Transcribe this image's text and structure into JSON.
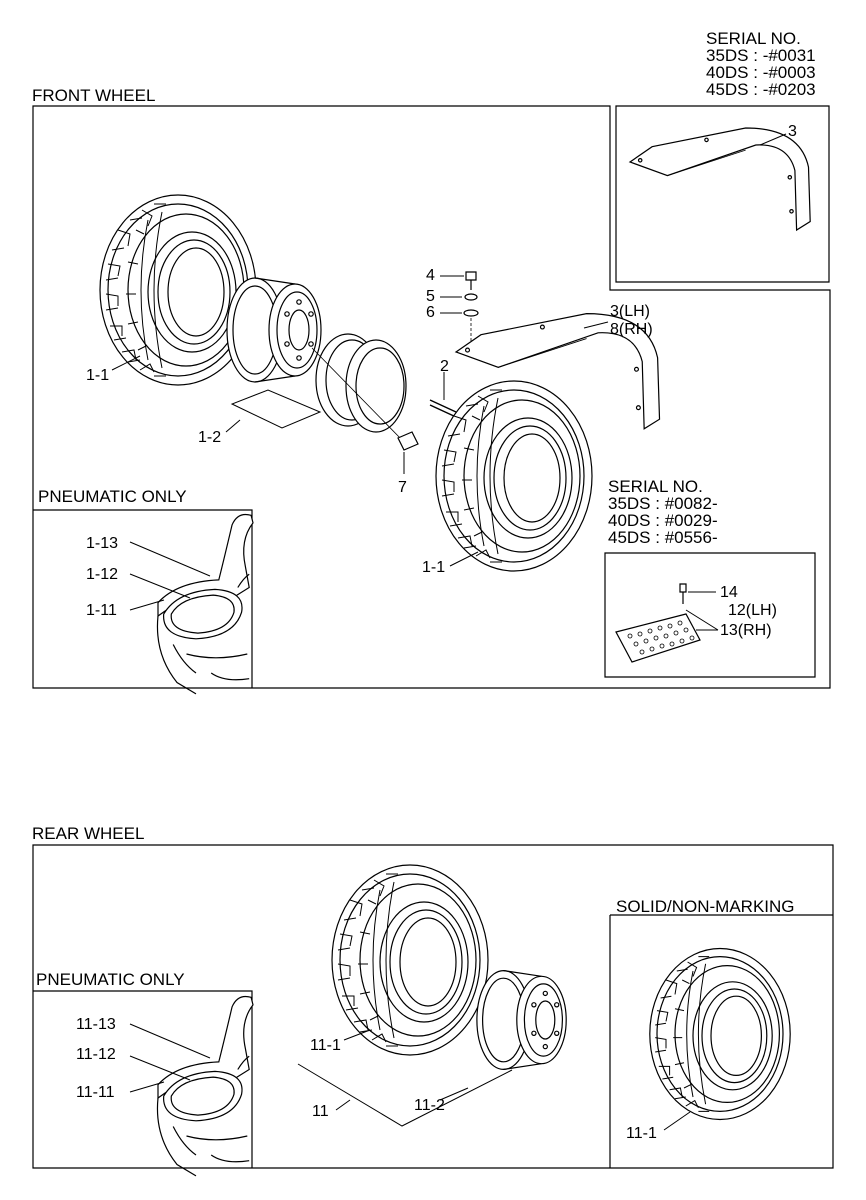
{
  "front": {
    "title": "FRONT WHEEL",
    "serial_top": {
      "heading": "SERIAL NO.",
      "lines": [
        "35DS : -#0031",
        "40DS : -#0003",
        "45DS : -#0203"
      ]
    },
    "serial_mid": {
      "heading": "SERIAL NO.",
      "lines": [
        "35DS : #0082-",
        "40DS : #0029-",
        "45DS : #0556-"
      ]
    },
    "pneumatic_title": "PNEUMATIC ONLY",
    "callouts": {
      "tire_left": "1-1",
      "tire_right": "1-1",
      "rim": "1-2",
      "stud": "2",
      "fender_top": "3",
      "fender_lh": "3(LH)",
      "fender_rh": "8(RH)",
      "bolt": "4",
      "lock_washer": "5",
      "washer": "6",
      "nut": "7",
      "step_bolt": "14",
      "step_lh": "12(LH)",
      "step_rh": "13(RH)",
      "pn_13": "1-13",
      "pn_12": "1-12",
      "pn_11": "1-11"
    }
  },
  "rear": {
    "title": "REAR WHEEL",
    "pneumatic_title": "PNEUMATIC ONLY",
    "solid_title": "SOLID/NON-MARKING",
    "callouts": {
      "tire": "11-1",
      "assembly": "11",
      "rim": "11-2",
      "solid_tire": "11-1",
      "pn_13": "11-13",
      "pn_12": "11-12",
      "pn_11": "11-11"
    }
  }
}
